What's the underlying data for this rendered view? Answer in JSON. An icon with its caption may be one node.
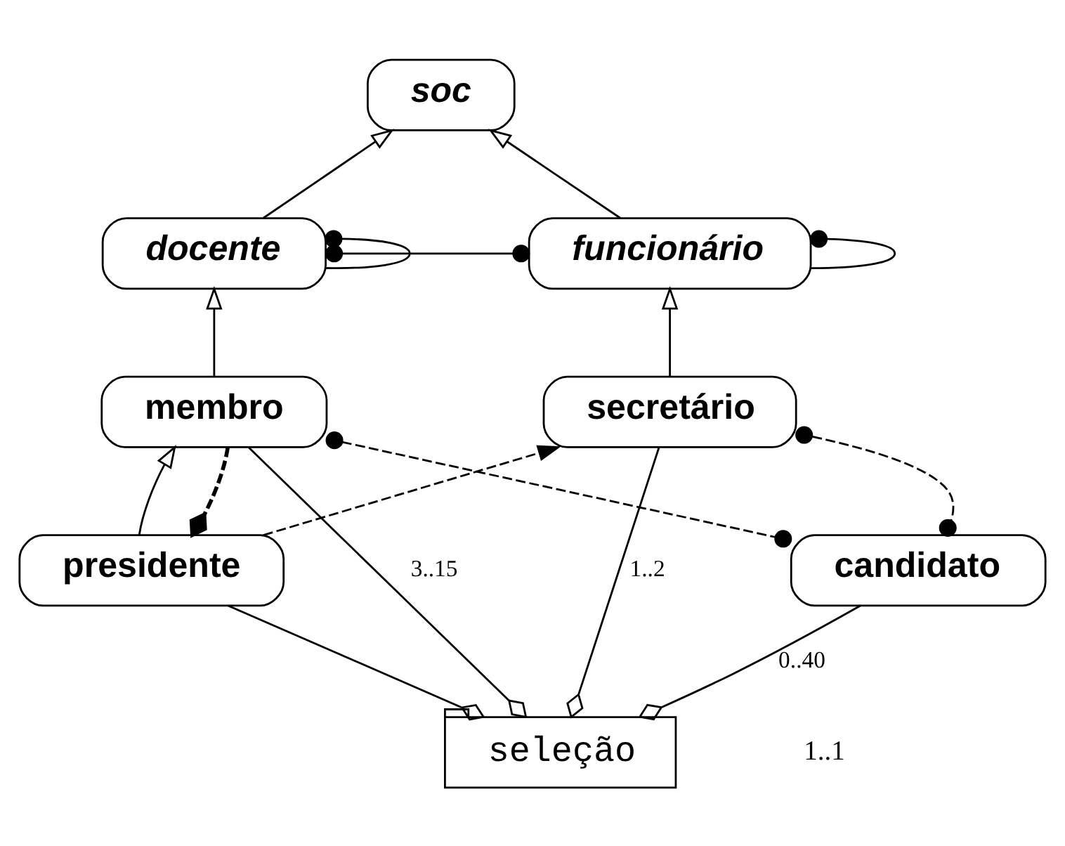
{
  "diagram": {
    "nodes": [
      {
        "text": [
          "soc"
        ]
      },
      {
        "text": [
          "docente"
        ]
      },
      {
        "text": [
          "funcionário"
        ]
      },
      {
        "text": [
          "membro"
        ]
      },
      {
        "text": [
          "secretário"
        ]
      },
      {
        "text": [
          "presidente"
        ]
      },
      {
        "text": [
          "candidato"
        ]
      },
      {
        "text": [
          "seleção"
        ]
      }
    ],
    "edges": [
      {
        "from": 1,
        "to": 0,
        "arrow": "to"
      },
      {
        "from": 2,
        "to": 0,
        "arrow": "to"
      },
      {
        "from": 1,
        "to": 1,
        "arrow": "other"
      },
      {
        "from": 1,
        "to": 2,
        "arrow": "other"
      },
      {
        "from": 2,
        "to": 2,
        "arrow": "other"
      },
      {
        "from": 3,
        "to": 1,
        "arrow": "to"
      },
      {
        "from": 4,
        "to": 2,
        "arrow": "to"
      },
      {
        "from": 5,
        "to": 3,
        "arrow": "to"
      },
      {
        "from": 3,
        "to": 5,
        "arrow": "other",
        "style": "dashed"
      },
      {
        "from": 3,
        "to": 6,
        "arrow": "other",
        "style": "dashed"
      },
      {
        "from": 5,
        "to": 4,
        "arrow": "to",
        "style": "dashed"
      },
      {
        "from": 4,
        "to": 6,
        "arrow": "other",
        "style": "dashed"
      },
      {
        "from": 7,
        "to": 5,
        "arrow": "other"
      },
      {
        "from": 7,
        "to": 3,
        "arrow": "other",
        "label": "3..15"
      },
      {
        "from": 7,
        "to": 4,
        "arrow": "other",
        "label": "1..2"
      },
      {
        "from": 7,
        "to": 6,
        "arrow": "other",
        "label": "0..40"
      }
    ],
    "labels": [
      "1..1"
    ]
  }
}
